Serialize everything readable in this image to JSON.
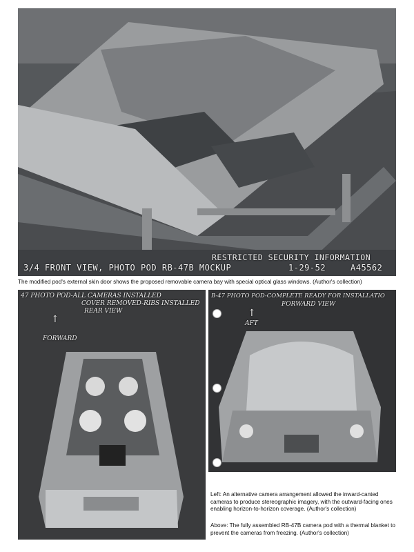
{
  "photo_top": {
    "overlay_security": "RESTRICTED SECURITY INFORMATION",
    "overlay_view": "3/4 FRONT VIEW, PHOTO POD RB-47B MOCKUP",
    "overlay_date": "1-29-52",
    "overlay_code": "A45562",
    "caption": "The modified pod's external skin door shows the proposed removable camera bay with special optical glass windows. (Author's collection)"
  },
  "photo_left": {
    "hand_line1": "47 PHOTO POD-ALL CAMERAS INSTALLED",
    "hand_line2": "COVER REMOVED-RIBS INSTALLED",
    "hand_line3": "REAR VIEW",
    "hand_forward": "FORWARD"
  },
  "photo_right": {
    "hand_line1": "B-47 PHOTO POD-COMPLETE READY FOR INSTALLATIO",
    "hand_line2": "FORWARD VIEW",
    "hand_aft": "AFT"
  },
  "captions": {
    "left": "Left: An alternative camera arrangement allowed the inward-canted cameras to produce stereographic imagery, with the outward-facing ones enabling horizon-to-horizon coverage. (Author's collection)",
    "above": "Above: The fully assembled RB-47B camera pod with a thermal blanket to prevent the cameras from freezing. (Author's collection)"
  }
}
